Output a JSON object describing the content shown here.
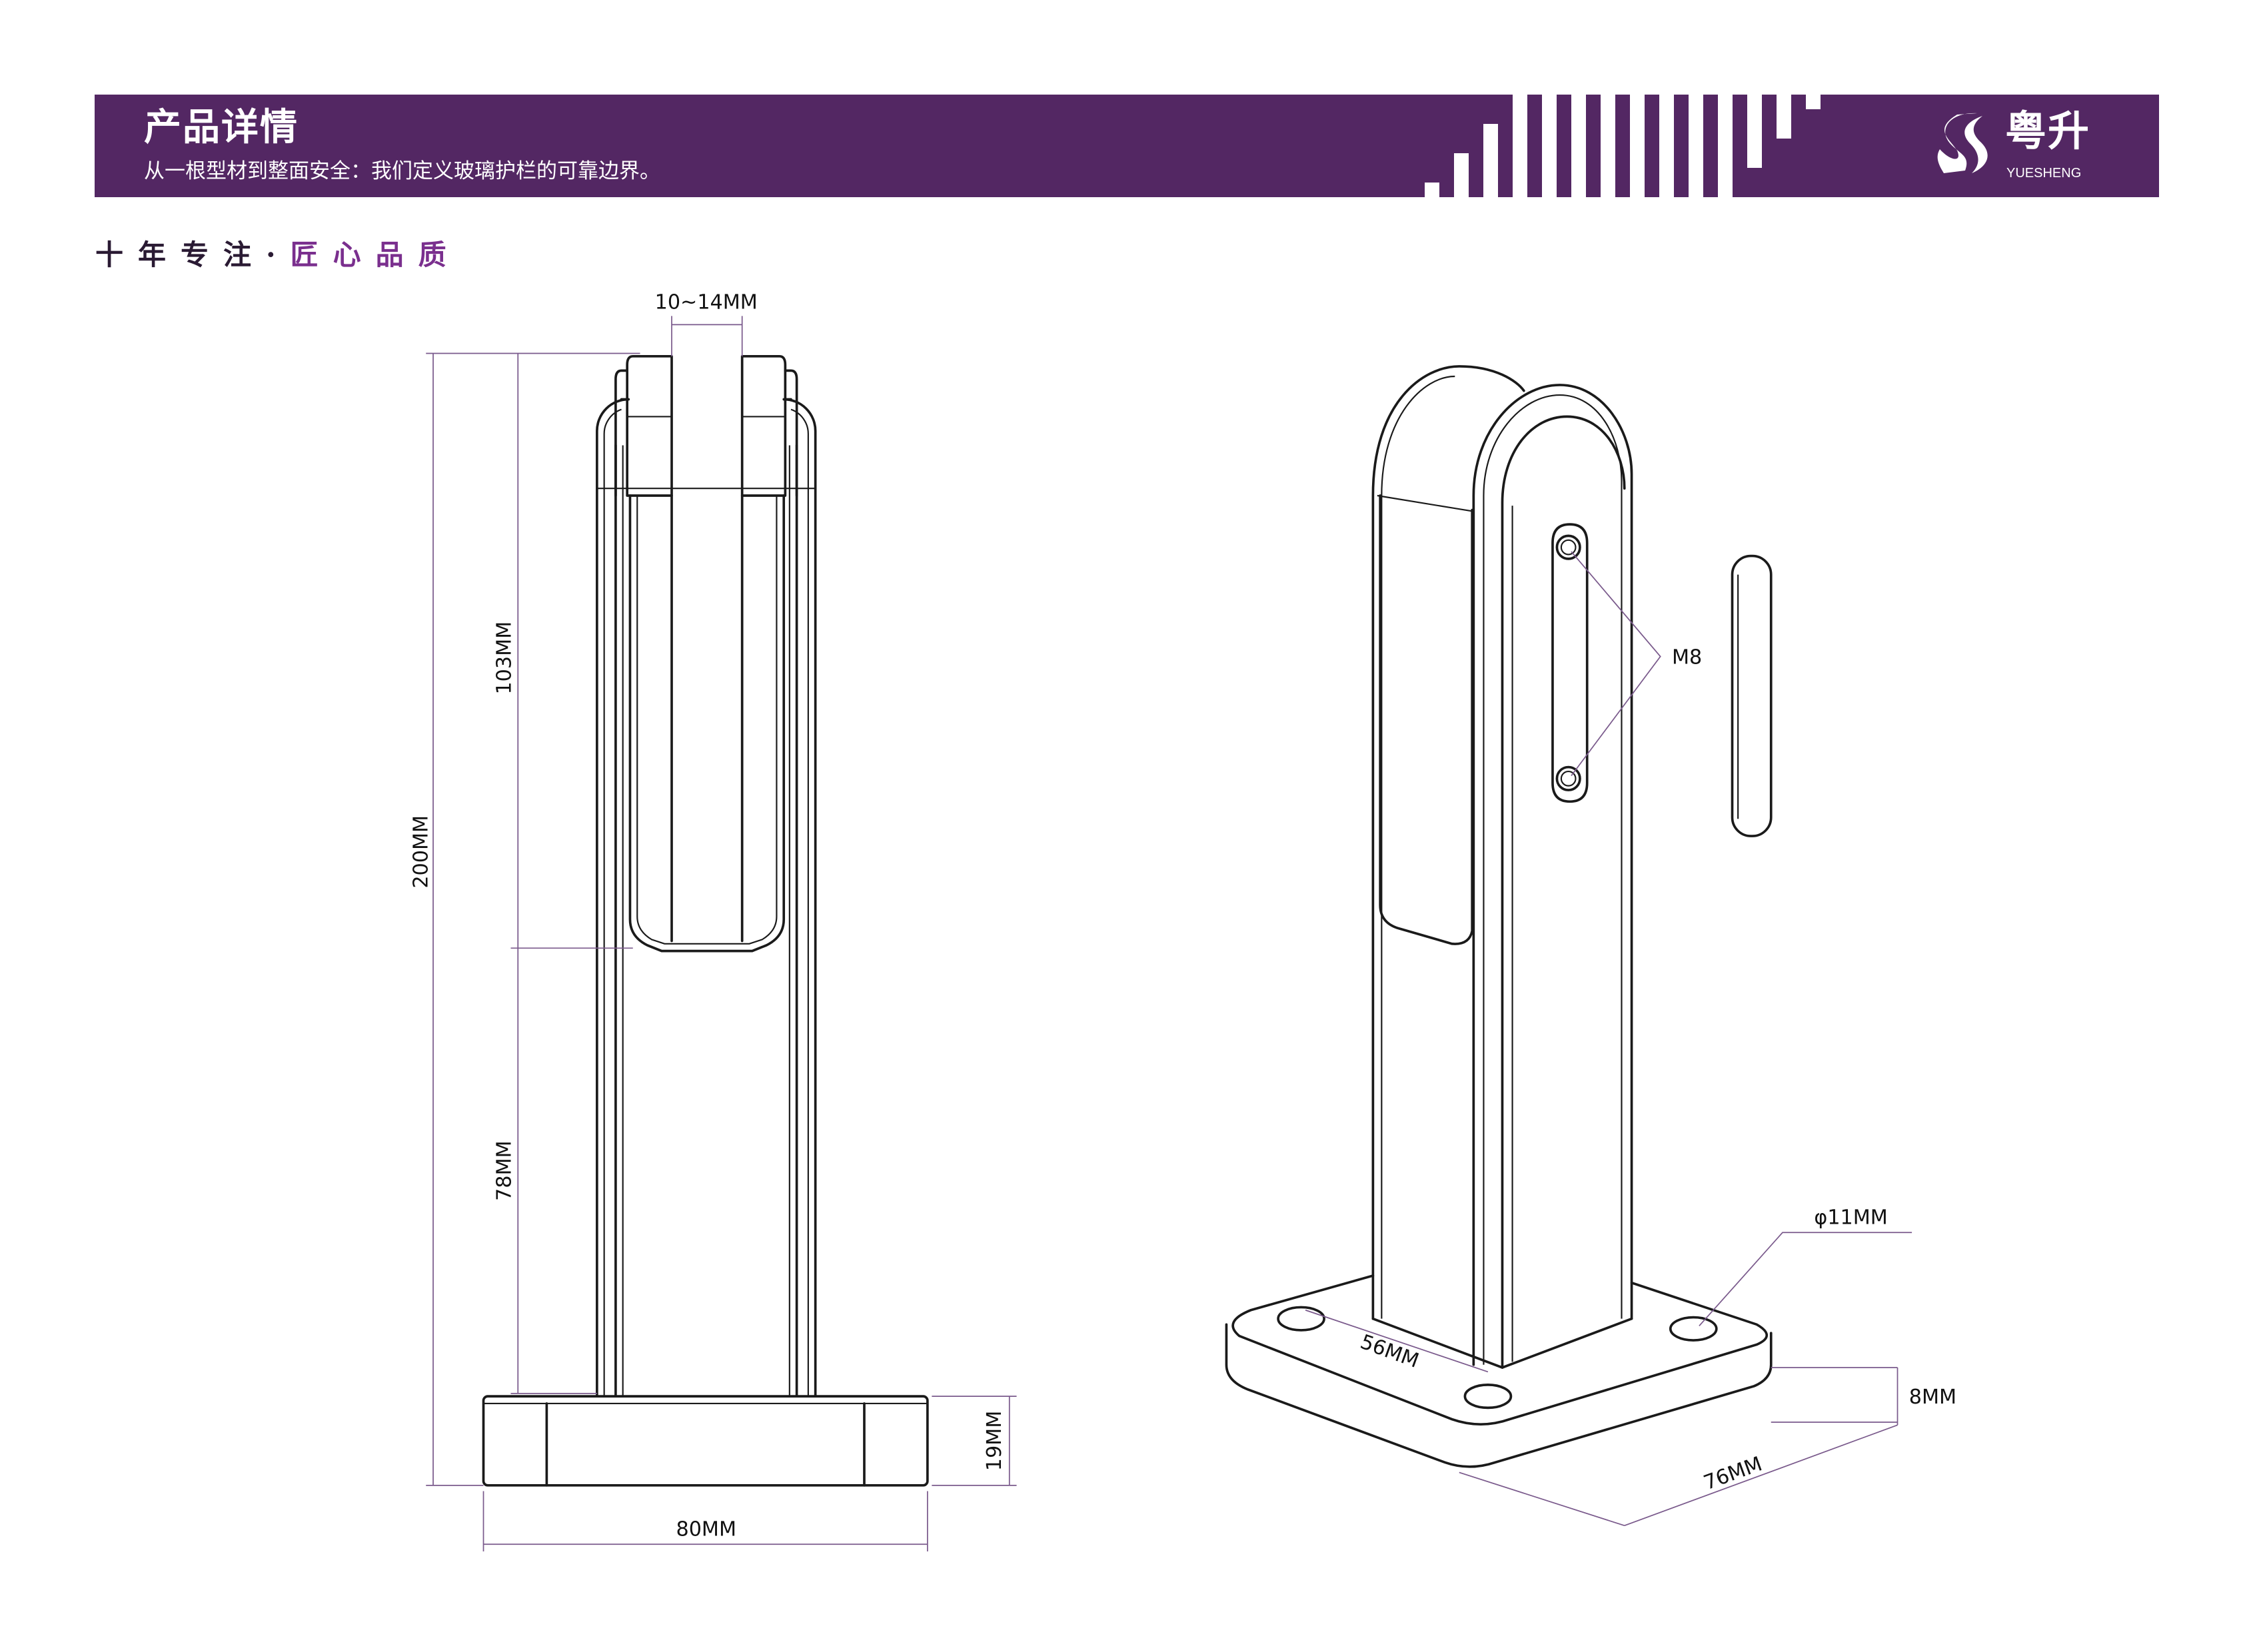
{
  "header": {
    "title": "产品详情",
    "subtitle": "从一根型材到整面安全：我们定义玻璃护栏的可靠边界。",
    "logo_cn": "粤升",
    "logo_en": "YUESHENG",
    "bg_color": "#532763"
  },
  "slogan": {
    "part1": "十年专注·",
    "part2": "匠心品质"
  },
  "front_view": {
    "glass_width": "10~14MM",
    "total_height": "200MM",
    "clamp_height": "103MM",
    "lower_height": "78MM",
    "base_height": "19MM",
    "base_width": "80MM"
  },
  "iso_view": {
    "screw": "M8",
    "hole_diameter": "φ11MM",
    "plate_thickness": "8MM",
    "post_width": "56MM",
    "plate_width": "76MM"
  }
}
